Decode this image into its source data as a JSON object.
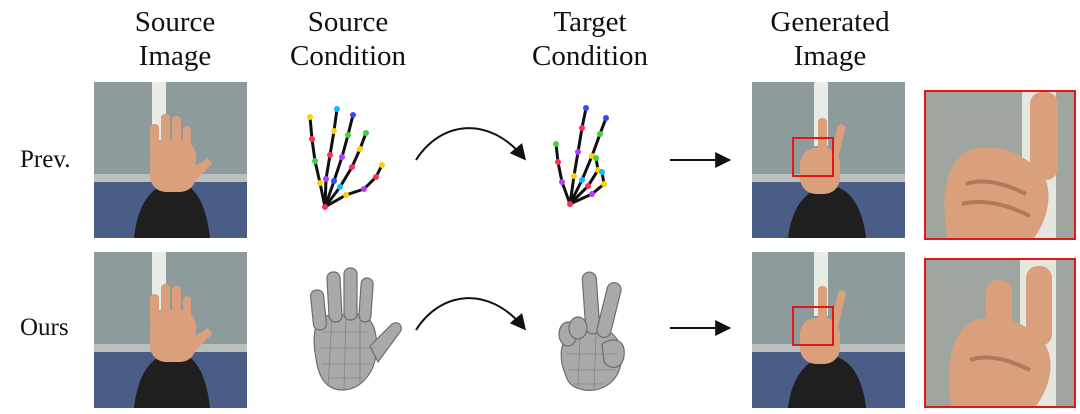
{
  "headers": {
    "source_image": "Source\nImage",
    "source_condition": "Source\nCondition",
    "target_condition": "Target\nCondition",
    "generated_image": "Generated\nImage"
  },
  "rows": [
    {
      "label": "Prev."
    },
    {
      "label": "Ours"
    }
  ],
  "colors": {
    "highlight": "#e01818",
    "wall": "#8e9b9c",
    "stripe": "#b9c0bd",
    "floor": "#4a5d86",
    "skin": "#d9a07b",
    "sleeve": "#1f1f1f",
    "mesh": "#a9a9a9",
    "keypoints": [
      "#ff2d55",
      "#ffd000",
      "#3fd13f",
      "#00c2ff",
      "#2f4bff",
      "#b43cff"
    ]
  }
}
